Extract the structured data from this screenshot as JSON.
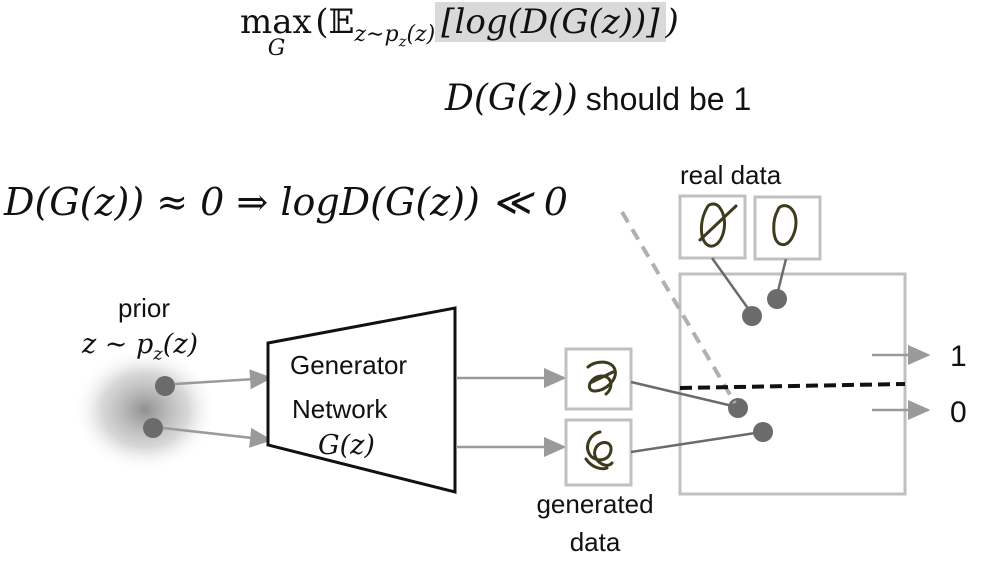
{
  "objective": {
    "prefix": "max",
    "subscript": "G",
    "expectation": "(𝔼",
    "expectation_sub": "z∼p",
    "expectation_sub2": "z",
    "expectation_sub3": "(z)",
    "highlighted": "[log(D(G(z))]",
    "close": ")"
  },
  "target": {
    "formula": "D(G(z))",
    "text": "should be 1"
  },
  "implication": "D(G(z)) ≈ 0 ⇒ logD(G(z)) ≪ 0",
  "prior": {
    "label": "prior",
    "formula": "z ∼ p",
    "formula_sub": "z",
    "formula_end": "(z)"
  },
  "generator": {
    "title": "Generator",
    "subtitle": "Network",
    "function": "G(z)"
  },
  "real_data_label": "real data",
  "generated_data_label": "generated data",
  "outputs": {
    "one": "1",
    "zero": "0"
  },
  "colors": {
    "box_gray": "#c0c0c0",
    "arrow_gray": "#9a9a9a",
    "dot_gray": "#6b6b6b",
    "dashed_line": "#111111",
    "highlight": "#d9d9d9",
    "sketch": "#3d3a1e"
  }
}
